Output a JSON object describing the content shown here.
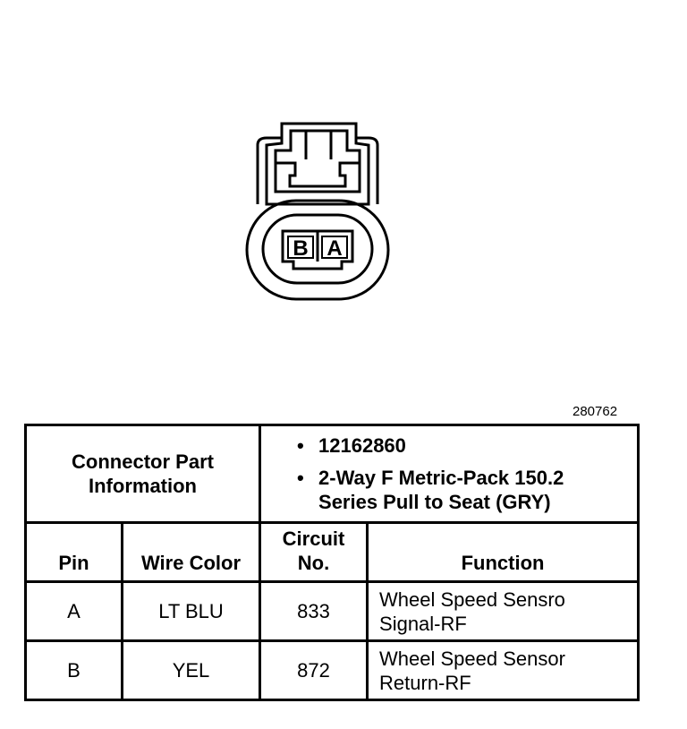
{
  "connector": {
    "pin_labels": [
      "B",
      "A"
    ]
  },
  "figure_id": "280762",
  "part_info": {
    "label": "Connector Part\nInformation",
    "items": [
      "12162860",
      "2-Way F Metric-Pack 150.2\nSeries Pull to Seat (GRY)"
    ]
  },
  "columns": {
    "pin": "Pin",
    "wire_color": "Wire Color",
    "circuit_no": "Circuit\nNo.",
    "function": "Function"
  },
  "rows": [
    {
      "pin": "A",
      "wire_color": "LT BLU",
      "circuit": "833",
      "function": "Wheel Speed Sensro\nSignal-RF"
    },
    {
      "pin": "B",
      "wire_color": "YEL",
      "circuit": "872",
      "function": "Wheel Speed Sensor\nReturn-RF"
    }
  ]
}
